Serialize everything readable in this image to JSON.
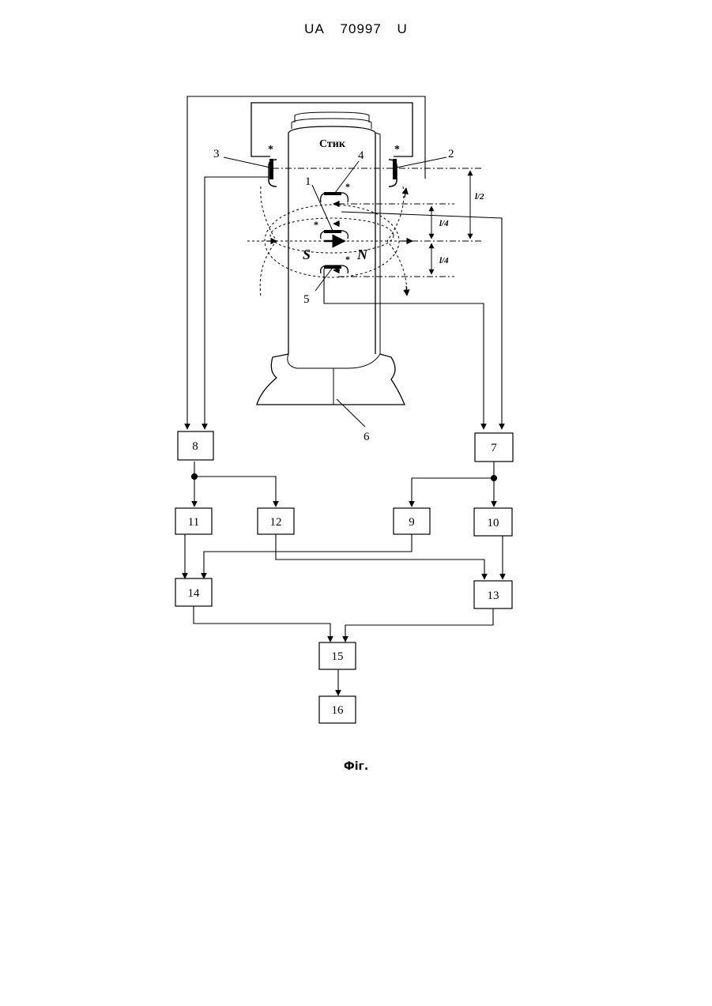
{
  "header": {
    "country": "UA",
    "number": "70997",
    "kind": "U"
  },
  "figure": {
    "caption": "Фіг.",
    "rail_label": "Стик",
    "pole_south": "S",
    "pole_north": "N",
    "polarity_mark": "*",
    "dim_half": "l/2",
    "dim_quarter_upper": "l/4",
    "dim_quarter_lower": "l/4",
    "refs": {
      "r1": "1",
      "r2": "2",
      "r3": "3",
      "r4": "4",
      "r5": "5",
      "r6": "6"
    },
    "blocks": {
      "b7": "7",
      "b8": "8",
      "b9": "9",
      "b10": "10",
      "b11": "11",
      "b12": "12",
      "b13": "13",
      "b14": "14",
      "b15": "15",
      "b16": "16"
    }
  }
}
